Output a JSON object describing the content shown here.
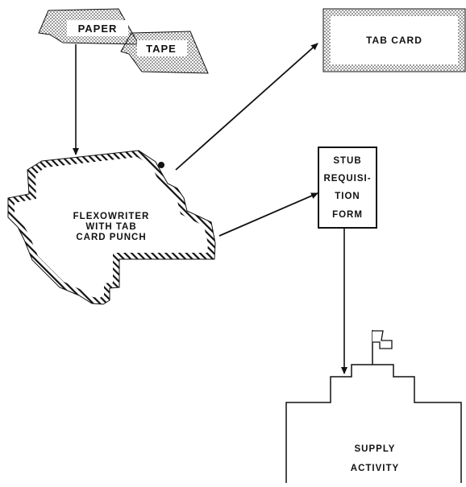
{
  "nodes": {
    "paper_tape": {
      "word1": "PAPER",
      "word2": "TAPE"
    },
    "tab_card": {
      "label": "TAB CARD"
    },
    "flexowriter": {
      "line1": "FLEXOWRITER",
      "line2": "WITH TAB",
      "line3": "CARD PUNCH"
    },
    "stub_form": {
      "line1": "STUB",
      "line2": "REQUISI-",
      "line3": "TION",
      "line4": "FORM"
    },
    "supply": {
      "line1": "SUPPLY",
      "line2": "ACTIVITY"
    }
  },
  "edges": [
    {
      "from": "paper_tape",
      "to": "flexowriter"
    },
    {
      "from": "flexowriter",
      "to": "tab_card"
    },
    {
      "from": "flexowriter",
      "to": "stub_form"
    },
    {
      "from": "stub_form",
      "to": "supply"
    }
  ],
  "colors": {
    "ink": "#111111",
    "paper": "#ffffff"
  }
}
